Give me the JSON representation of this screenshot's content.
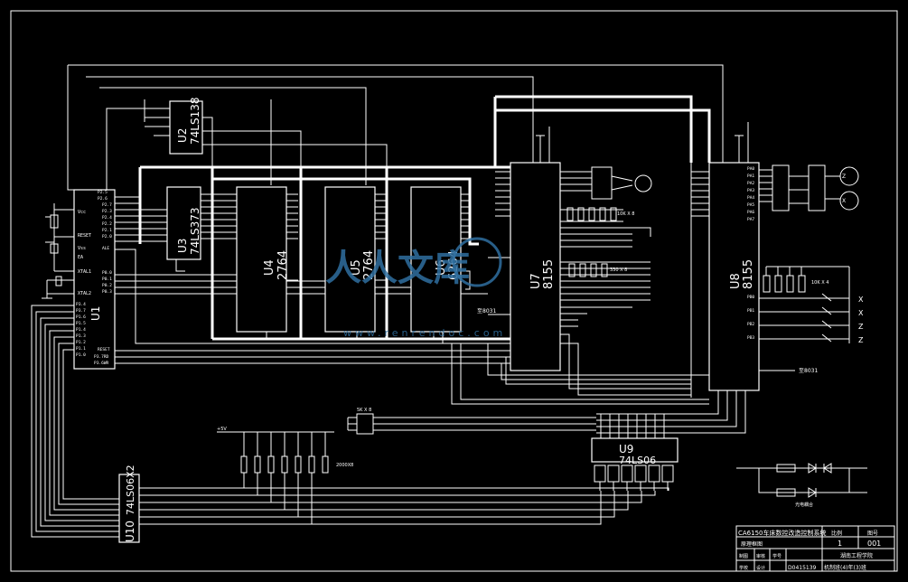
{
  "chips": {
    "u1": {
      "name": "U1"
    },
    "u2": {
      "name": "U2",
      "part": "74LS138"
    },
    "u3": {
      "name": "U3",
      "part": "74LS373"
    },
    "u4": {
      "name": "U4",
      "part": "2764"
    },
    "u5": {
      "name": "U5",
      "part": "2764"
    },
    "u6": {
      "name": "U6",
      "part": "6264"
    },
    "u7": {
      "name": "U7",
      "part": "8155"
    },
    "u8": {
      "name": "U8",
      "part": "8155"
    },
    "u9": {
      "name": "U9",
      "part": "74LS06"
    },
    "u10": {
      "name": "U10",
      "part": "74LS06X2"
    }
  },
  "u1_pins": {
    "left": [
      "Vcc",
      "RESET",
      "Vss",
      "EA",
      "XTAL1",
      "XTAL2"
    ],
    "left_bottom": [
      "P3.4",
      "P3.7",
      "P1.6",
      "P1.5",
      "P1.4",
      "P1.3",
      "P1.2",
      "P1.1",
      "P1.0"
    ],
    "right_top": [
      "P2.5",
      "P2.6",
      "P2.7",
      "P2.3",
      "P2.4",
      "P2.2",
      "P2.1",
      "P2.0",
      "ALE"
    ],
    "right_bottom": [
      "P0.0",
      "P0.1",
      "P0.2",
      "P0.3",
      "RESET",
      "P3.7RD",
      "P3.6WR"
    ]
  },
  "u8_pins": [
    "PA0",
    "PA1",
    "PA2",
    "PA3",
    "PA4",
    "PA5",
    "PA6",
    "PA7",
    "PB0",
    "PB1",
    "PB2",
    "PB3"
  ],
  "labels": {
    "vcc": "+5V",
    "resistor_u7": "10K X 8",
    "resistor_u7b": "330 X 8",
    "resistor_u8": "10K X 4",
    "resistor_bottom": "5K X 8",
    "resistor_bottom_label": "2000X8",
    "to_8031_a": "至8031",
    "to_8031_b": "至8031",
    "axis_x1": "X",
    "axis_x2": "X",
    "axis_z1": "Z",
    "axis_z2": "Z",
    "motor_z": "Z",
    "motor_x": "X",
    "diode_label": "光电耦合"
  },
  "title_block": {
    "title": "CA6150车床数控改造控制系统",
    "subtitle": "原理框图",
    "h_scale": "比例",
    "h_sheet": "图号",
    "scale": "1",
    "sheet": "001",
    "school": "湖南工程学院",
    "class_line": "机制班(4)年(3)班",
    "r1": "制图",
    "r2": "审核",
    "r3": "学号",
    "id": "D0415139",
    "r4": "学校",
    "r5": "设计"
  },
  "watermark": {
    "text": "人人文库",
    "url": "www.renrendoc.com"
  }
}
